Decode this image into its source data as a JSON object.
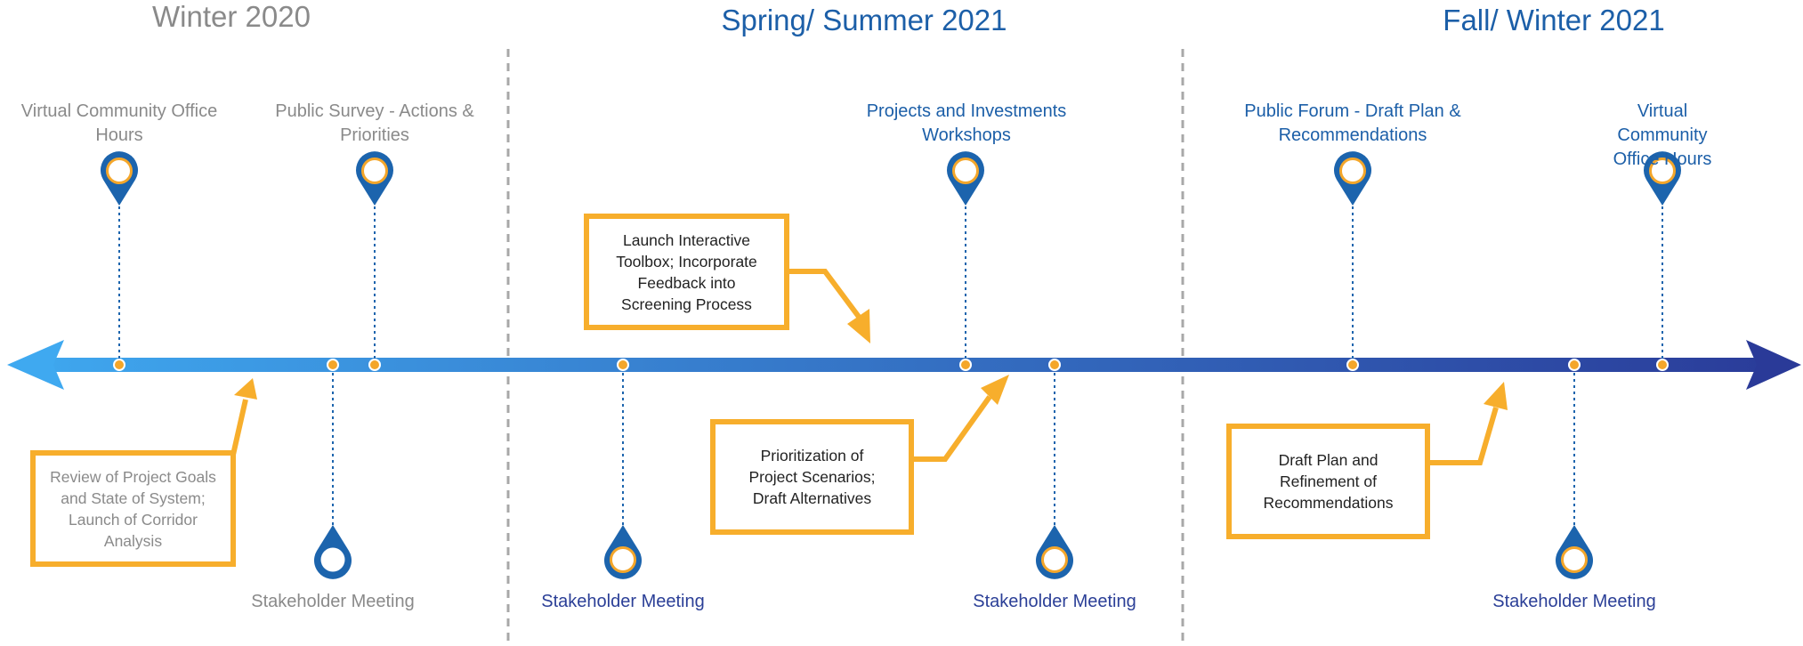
{
  "seasons": {
    "winter_2020": "Winter 2020",
    "spring_summer_2021": "Spring/ Summer 2021",
    "fall_winter_2021": "Fall/ Winter 2021"
  },
  "top_events": {
    "virtual_office_hours_1": "Virtual Community Office\nHours",
    "public_survey": "Public Survey - Actions &\nPriorities",
    "projects_workshops": "Projects and Investments\nWorkshops",
    "public_forum": "Public Forum - Draft Plan &\nRecommendations",
    "virtual_office_hours_2": "Virtual Community\nOffice Hours"
  },
  "bottom_events": {
    "stakeholder_meeting_1": "Stakeholder Meeting",
    "stakeholder_meeting_2": "Stakeholder Meeting",
    "stakeholder_meeting_3": "Stakeholder Meeting",
    "stakeholder_meeting_4": "Stakeholder Meeting"
  },
  "callouts": {
    "review_goals": "Review of Project Goals\nand State of System;\nLaunch of Corridor\nAnalysis",
    "launch_toolbox": "Launch Interactive\nToolbox; Incorporate\nFeedback into\nScreening Process",
    "prioritization": "Prioritization of\nProject Scenarios;\nDraft Alternatives",
    "draft_plan": "Draft Plan and\nRefinement of\nRecommendations"
  },
  "colors": {
    "axis_start": "#3fa9f0",
    "axis_end": "#2a3a98",
    "callout_border": "#f7ae2c",
    "marker_orange": "#f4a62a",
    "marker_blue": "#1c64ad",
    "divider": "#a8a8a8",
    "past_text": "#8a8a8a",
    "future_text": "#1c5fa8"
  }
}
